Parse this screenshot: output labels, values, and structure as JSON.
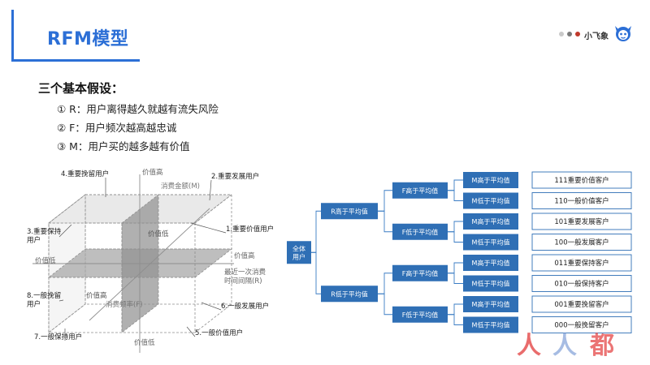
{
  "title": "RFM模型",
  "brand": {
    "name": "小飞象",
    "dot_colors": [
      "#c9c9c9",
      "#7a7a7a",
      "#c0392b"
    ],
    "logo_icon": "robot-mascot-icon"
  },
  "assumptions": {
    "heading": "三个基本假设：",
    "items": [
      "① R：用户离得越久就越有流失风险",
      "② F：用户频次越高越忠诚",
      "③ M：用户买的越多越有价值"
    ]
  },
  "cube": {
    "axis_labels": {
      "m_axis": "消费金额(M)",
      "f_axis": "消费频率(F)",
      "r_axis": "最近一次消费\n时间间隔(R)",
      "value_high_top": "价值高",
      "value_low_bottom": "价值低",
      "value_low_left": "价值低",
      "value_high_right": "价值高",
      "value_low_center": "价值低",
      "value_high_inner": "价值高"
    },
    "corners": [
      {
        "label": "4.重要挽留用户"
      },
      {
        "label": "2.重要发展用户"
      },
      {
        "label": "3.重要保持\n用户"
      },
      {
        "label": "1.重要价值用户"
      },
      {
        "label": "8.一般挽留\n用户"
      },
      {
        "label": "6.一般发展用户"
      },
      {
        "label": "7.一般保持用户"
      },
      {
        "label": "5.一般价值用户"
      }
    ]
  },
  "tree": {
    "root": "全体\n用户",
    "level1": [
      "R高于平均值",
      "R低于平均值"
    ],
    "level2": [
      "F高于平均值",
      "F低于平均值",
      "F高于平均值",
      "F低于平均值"
    ],
    "level3": [
      "M高于平均值",
      "M低于平均值",
      "M高于平均值",
      "M低于平均值",
      "M高于平均值",
      "M低于平均值",
      "M高于平均值",
      "M低于平均值"
    ],
    "results": [
      "111重要价值客户",
      "110一般价值客户",
      "101重要发展客户",
      "100一般发展客户",
      "011重要保持客户",
      "010一般保持客户",
      "001重要挽留客户",
      "000一般挽留客户"
    ],
    "colors": {
      "box": "#2f6fb5",
      "box_text": "#ffffff",
      "line": "#3a7cc4",
      "result_border": "#2f6fb5"
    }
  },
  "watermark": {
    "text": "人人都是产品经理"
  }
}
